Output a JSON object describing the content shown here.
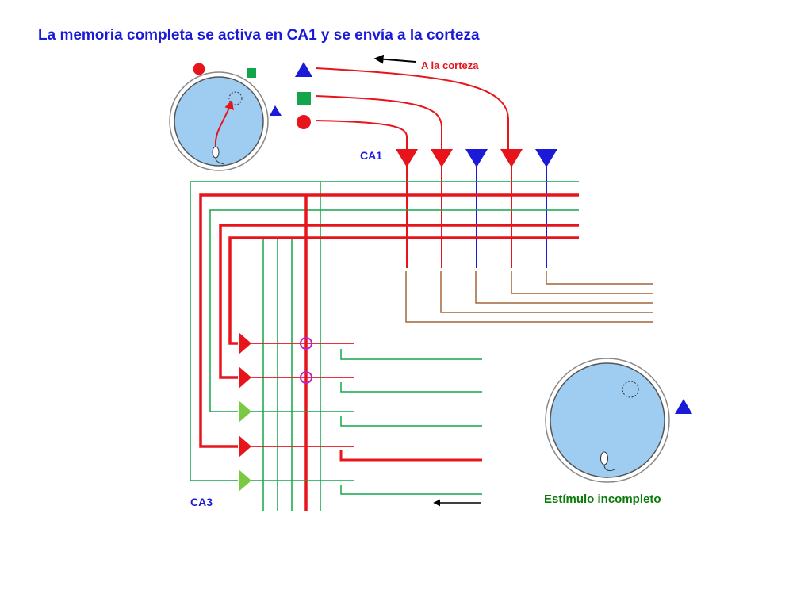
{
  "slide": {
    "title": "La memoria completa se activa en CA1 y se envía a la corteza",
    "label_to_cortex": "A la corteza",
    "label_ca1": "CA1",
    "label_ca3": "CA3",
    "label_incomplete": "Estímulo incompleto"
  },
  "colors": {
    "title": "#1a1ad8",
    "red": "#e8141c",
    "blue": "#1a1ad8",
    "green": "#12a54a",
    "light_green": "#7ac943",
    "brown": "#a0673a",
    "pool_fill": "#9fcdf2",
    "magenta": "#c020c0"
  },
  "cues": {
    "circle": "red-circle-cue",
    "square": "green-square-cue",
    "triangle": "blue-triangle-cue"
  },
  "ca1_neurons": [
    {
      "color": "red",
      "active": true
    },
    {
      "color": "red",
      "active": true
    },
    {
      "color": "blue",
      "active": false
    },
    {
      "color": "red",
      "active": true
    },
    {
      "color": "blue",
      "active": false
    }
  ],
  "ca3_neurons": [
    {
      "color": "red",
      "active": true
    },
    {
      "color": "red",
      "active": true
    },
    {
      "color": "light_green",
      "active": false
    },
    {
      "color": "red",
      "active": true
    },
    {
      "color": "light_green",
      "active": false
    }
  ]
}
